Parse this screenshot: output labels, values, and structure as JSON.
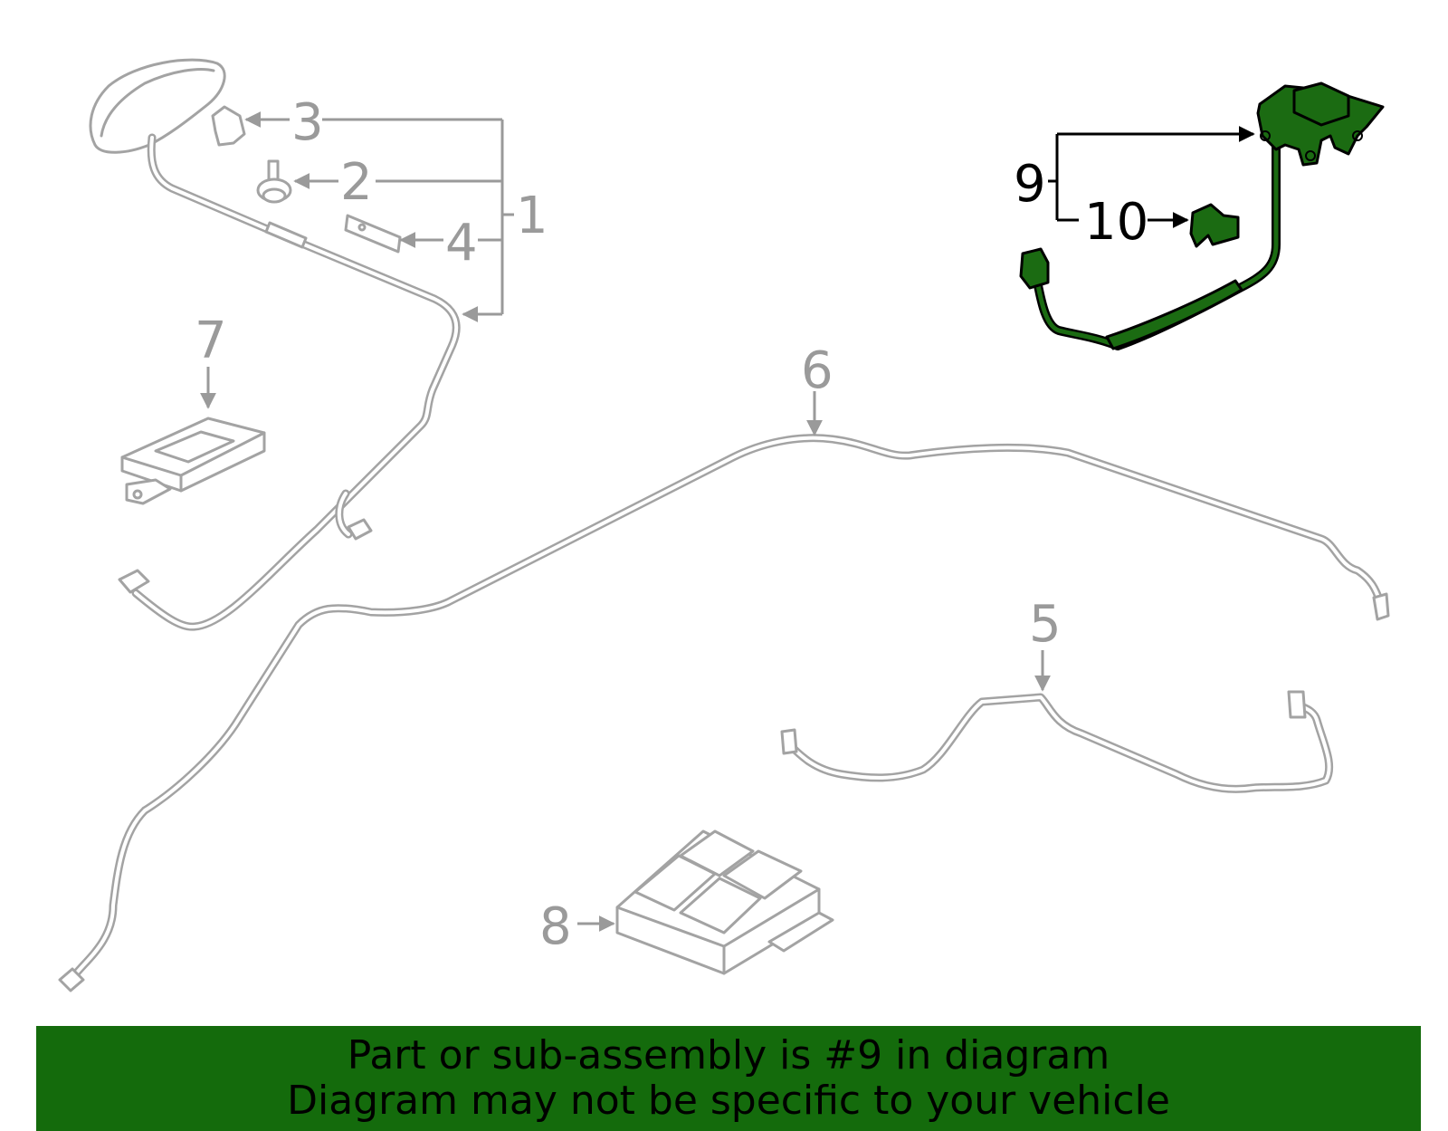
{
  "callouts": {
    "c1": "1",
    "c2": "2",
    "c3": "3",
    "c4": "4",
    "c5": "5",
    "c6": "6",
    "c7": "7",
    "c8": "8",
    "c9": "9",
    "c10": "10"
  },
  "highlight_color": "#1b6b12",
  "banner": {
    "color": "#146b0c",
    "line1": "Part or sub-assembly is #9 in diagram",
    "line2": "Diagram may not be specific to your vehicle"
  }
}
